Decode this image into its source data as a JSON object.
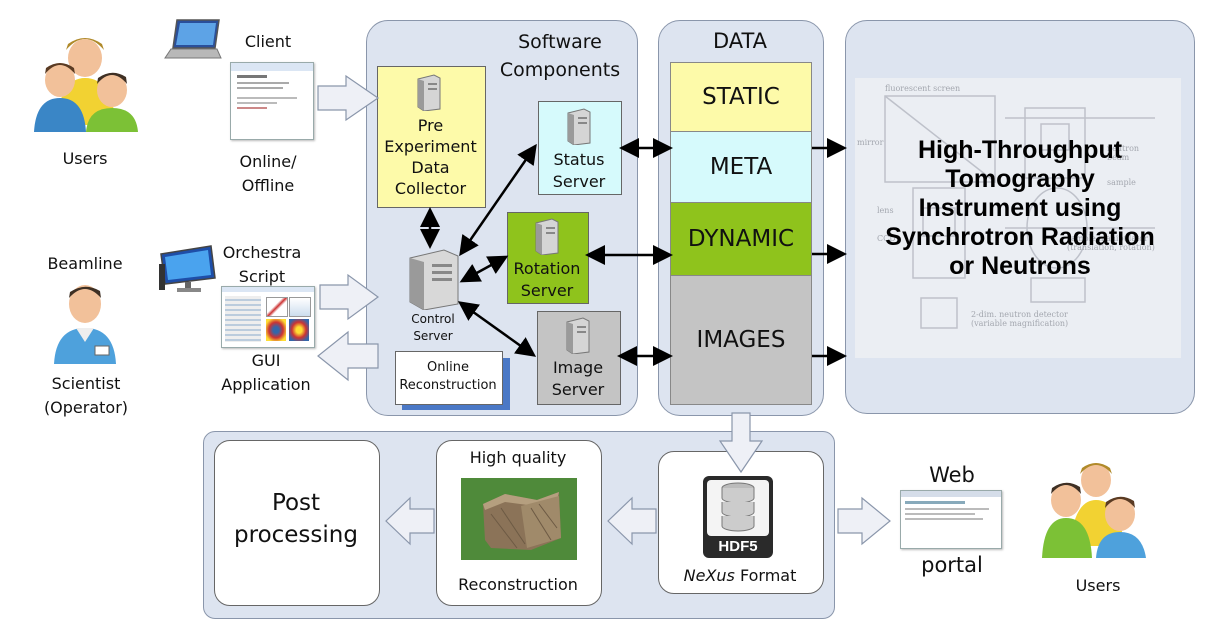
{
  "users_top": {
    "label": "Users"
  },
  "client": {
    "title": "Client",
    "mode": "Online/\nOffline"
  },
  "beamline": {
    "title": "Beamline",
    "role": "Scientist\n(Operator)"
  },
  "orchestra": {
    "title": "Orchestra\nScript",
    "gui": "GUI\nApplication"
  },
  "software": {
    "title": "Software\nComponents",
    "pre_collector": "Pre\nExperiment\nData\nCollector",
    "status_server": "Status\nServer",
    "rotation_server": "Rotation\nServer",
    "image_server": "Image\nServer",
    "control_server": "Control\nServer",
    "online_reconstruction": "Online\nReconstruction"
  },
  "data": {
    "title": "DATA",
    "bands": [
      {
        "label": "STATIC",
        "color": "#fdfaa9"
      },
      {
        "label": "META",
        "color": "#d6fafc"
      },
      {
        "label": "DYNAMIC",
        "color": "#8fc31c"
      },
      {
        "label": "IMAGES",
        "color": "#c4c4c4"
      }
    ]
  },
  "instrument": {
    "title": "High-Throughput\nTomography\nInstrument using\nSynchrotron Radiation\nor Neutrons",
    "sketch_labels": {
      "screen": "fluorescent screen",
      "mirror": "mirror",
      "lens": "lens",
      "ccd": "CCD",
      "detector": "2-dim. neutron detector\n(variable magnification)",
      "neutron": "neutron\nbeam",
      "sample": "sample",
      "manipulator": "sample manipulator\n(translation, rotation)"
    }
  },
  "bottom": {
    "post_processing": "Post\nprocessing",
    "hq_title": "High quality",
    "hq_caption": "Reconstruction",
    "hdf5": "HDF5",
    "nexus_italic": "NeXus",
    "nexus_rest": " Format"
  },
  "web": {
    "top": "Web",
    "bottom": "portal"
  },
  "users_bottom": {
    "label": "Users"
  }
}
